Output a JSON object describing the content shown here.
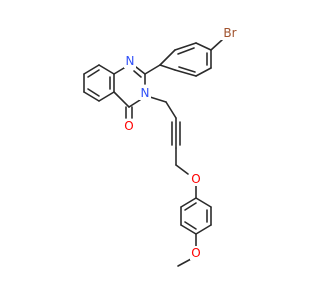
{
  "structure": {
    "atoms": [
      {
        "symbol": "Br",
        "color": "#a0522d"
      },
      {
        "symbol": "N",
        "color": "#3050f8"
      },
      {
        "symbol": "N",
        "color": "#3050f8"
      },
      {
        "symbol": "O",
        "color": "#ff0000"
      },
      {
        "symbol": "O",
        "color": "#ff0000"
      },
      {
        "symbol": "O",
        "color": "#ff0000"
      }
    ],
    "bond_color": "#2b2b2b",
    "background": "#ffffff"
  }
}
